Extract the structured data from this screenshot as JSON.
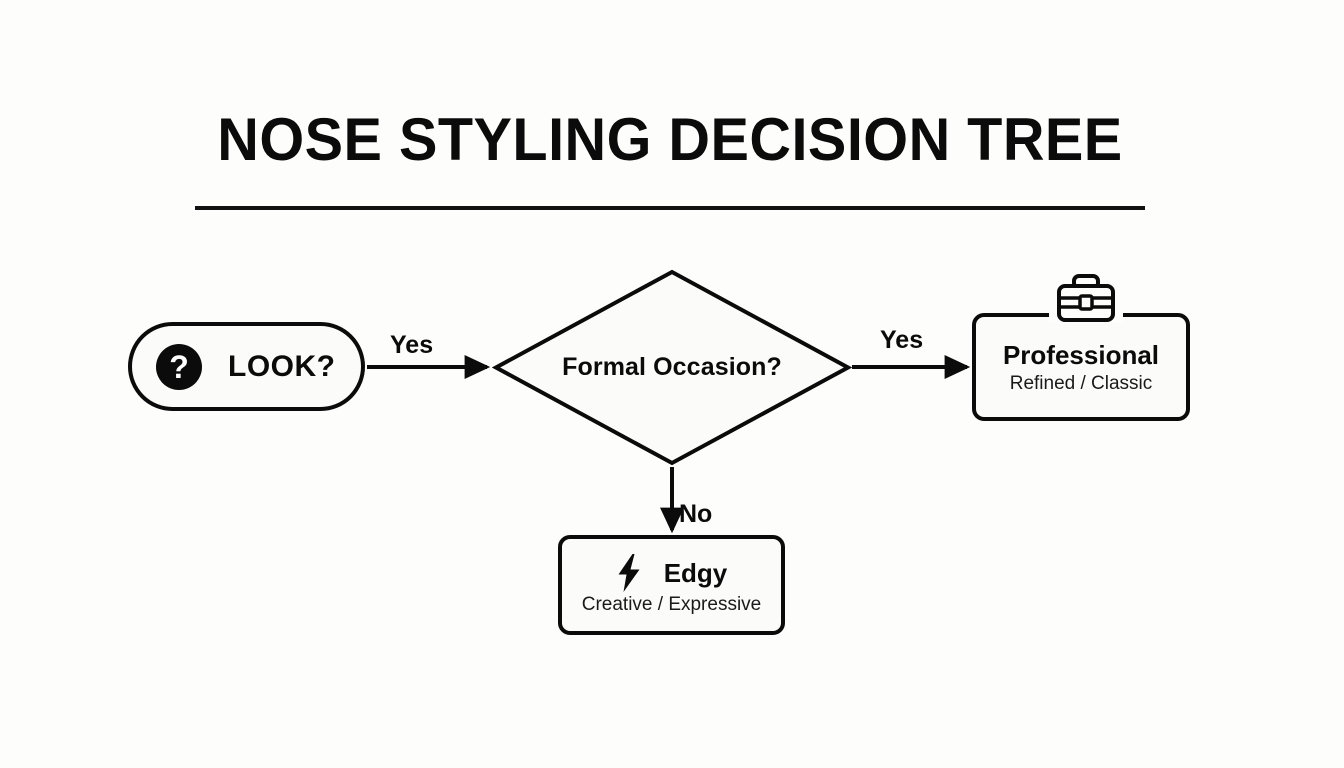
{
  "page": {
    "title": "NOSE STYLING DECISION TREE",
    "background_color": "#fdfdfc",
    "ink_color": "#0b0b0b",
    "node_fill_color": "#fbfbfa"
  },
  "diagram": {
    "type": "decision-tree",
    "start": {
      "shape": "pill",
      "badge_icon": "question-mark-icon",
      "badge_glyph": "?",
      "label": "LOOK?"
    },
    "decision": {
      "shape": "diamond",
      "label": "Formal Occasion?"
    },
    "outcomes": [
      {
        "id": "professional",
        "shape": "rounded-rect",
        "icon": "briefcase-icon",
        "title": "Professional",
        "subtitle": "Refined / Classic"
      },
      {
        "id": "edgy",
        "shape": "rounded-rect",
        "icon": "lightning-bolt-icon",
        "title": "Edgy",
        "subtitle": "Creative / Expressive"
      }
    ],
    "edges": [
      {
        "id": "start-to-decision",
        "label": "Yes",
        "from": "start",
        "to": "decision",
        "direction": "right"
      },
      {
        "id": "decision-to-professional",
        "label": "Yes",
        "from": "decision",
        "to": "professional",
        "direction": "right"
      },
      {
        "id": "decision-to-edgy",
        "label": "No",
        "from": "decision",
        "to": "edgy",
        "direction": "down"
      }
    ]
  }
}
